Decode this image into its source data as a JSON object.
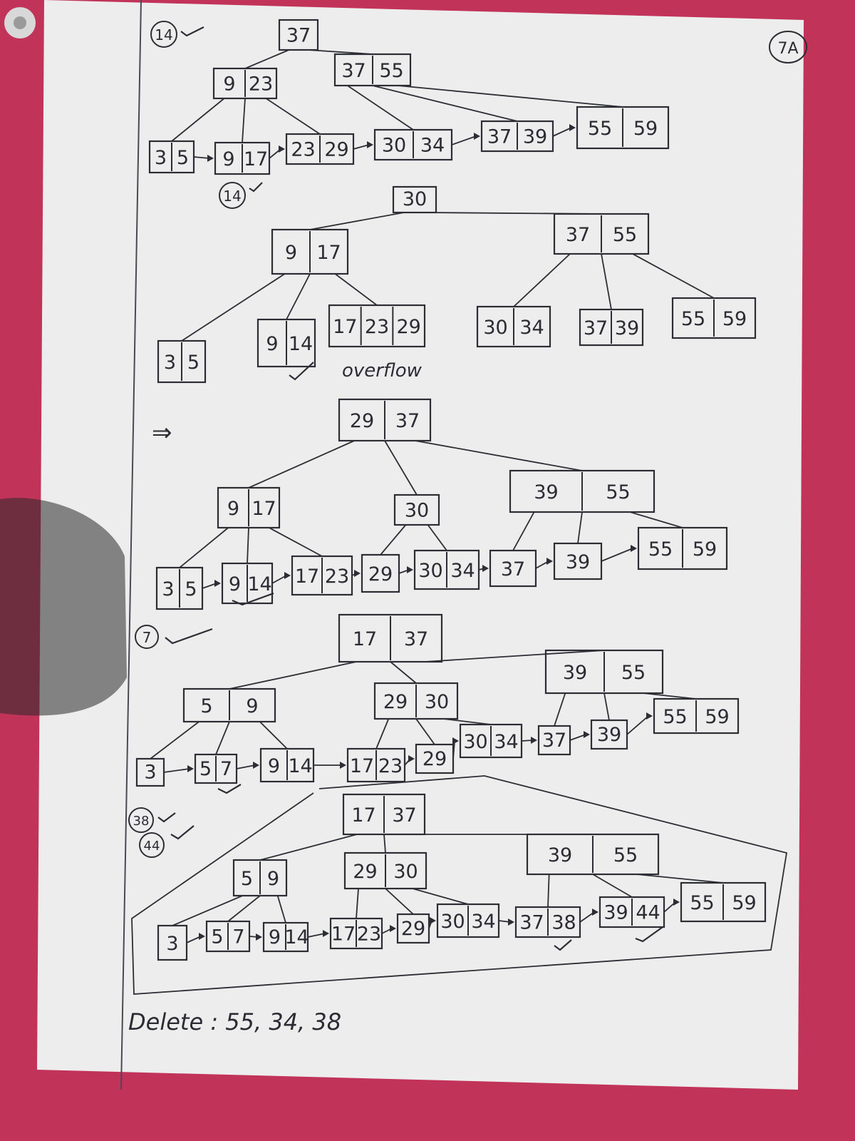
{
  "page_number": "7A",
  "insert_marks": [
    "14",
    "14",
    "7",
    "38",
    "44"
  ],
  "overflow_note": "overflow",
  "arrow_symbol": "⇒",
  "delete_note": "Delete : 55, 34, 38",
  "trees": [
    {
      "id": "tree-1",
      "nodes": [
        {
          "id": "t1r",
          "keys": [
            "37"
          ]
        },
        {
          "id": "t1a",
          "keys": [
            "9",
            "23"
          ]
        },
        {
          "id": "t1b",
          "keys": [
            "37",
            "55"
          ]
        },
        {
          "id": "t1l1",
          "keys": [
            "3",
            "5"
          ]
        },
        {
          "id": "t1l2",
          "keys": [
            "9",
            "17"
          ]
        },
        {
          "id": "t1l3",
          "keys": [
            "23",
            "29"
          ]
        },
        {
          "id": "t1l4",
          "keys": [
            "30",
            "34"
          ]
        },
        {
          "id": "t1l5",
          "keys": [
            "37",
            "39"
          ]
        },
        {
          "id": "t1l6",
          "keys": [
            "55",
            "59"
          ]
        }
      ]
    },
    {
      "id": "tree-2",
      "nodes": [
        {
          "id": "t2r",
          "keys": [
            "30"
          ]
        },
        {
          "id": "t2a",
          "keys": [
            "9",
            "17"
          ]
        },
        {
          "id": "t2b",
          "keys": [
            "37",
            "55"
          ]
        },
        {
          "id": "t2l1",
          "keys": [
            "3",
            "5"
          ]
        },
        {
          "id": "t2l2",
          "keys": [
            "9",
            "14"
          ]
        },
        {
          "id": "t2l3",
          "keys": [
            "17",
            "23",
            "29"
          ]
        },
        {
          "id": "t2l4",
          "keys": [
            "30",
            "34"
          ]
        },
        {
          "id": "t2l5",
          "keys": [
            "37",
            "39"
          ]
        },
        {
          "id": "t2l6",
          "keys": [
            "55",
            "59"
          ]
        }
      ]
    },
    {
      "id": "tree-3",
      "nodes": [
        {
          "id": "t3r",
          "keys": [
            "29",
            "37"
          ]
        },
        {
          "id": "t3a",
          "keys": [
            "9",
            "17"
          ]
        },
        {
          "id": "t3b",
          "keys": [
            "30"
          ]
        },
        {
          "id": "t3c",
          "keys": [
            "39",
            "55"
          ]
        },
        {
          "id": "t3l1",
          "keys": [
            "3",
            "5"
          ]
        },
        {
          "id": "t3l2",
          "keys": [
            "9",
            "14"
          ]
        },
        {
          "id": "t3l3",
          "keys": [
            "17",
            "23"
          ]
        },
        {
          "id": "t3l4",
          "keys": [
            "29"
          ]
        },
        {
          "id": "t3l5",
          "keys": [
            "30",
            "34"
          ]
        },
        {
          "id": "t3l6",
          "keys": [
            "37"
          ]
        },
        {
          "id": "t3l7",
          "keys": [
            "39"
          ]
        },
        {
          "id": "t3l8",
          "keys": [
            "55",
            "59"
          ]
        }
      ]
    },
    {
      "id": "tree-4",
      "nodes": [
        {
          "id": "t4r",
          "keys": [
            "17",
            "37"
          ]
        },
        {
          "id": "t4a",
          "keys": [
            "5",
            "9"
          ]
        },
        {
          "id": "t4b",
          "keys": [
            "29",
            "30"
          ]
        },
        {
          "id": "t4c",
          "keys": [
            "39",
            "55"
          ]
        },
        {
          "id": "t4l1",
          "keys": [
            "3"
          ]
        },
        {
          "id": "t4l2",
          "keys": [
            "5",
            "7"
          ]
        },
        {
          "id": "t4l3",
          "keys": [
            "9",
            "14"
          ]
        },
        {
          "id": "t4l4",
          "keys": [
            "17",
            "23"
          ]
        },
        {
          "id": "t4l5",
          "keys": [
            "29"
          ]
        },
        {
          "id": "t4l6",
          "keys": [
            "30",
            "34"
          ]
        },
        {
          "id": "t4l7",
          "keys": [
            "37"
          ]
        },
        {
          "id": "t4l8",
          "keys": [
            "39"
          ]
        },
        {
          "id": "t4l9",
          "keys": [
            "55",
            "59"
          ]
        }
      ]
    },
    {
      "id": "tree-5",
      "nodes": [
        {
          "id": "t5r",
          "keys": [
            "17",
            "37"
          ]
        },
        {
          "id": "t5a",
          "keys": [
            "5",
            "9"
          ]
        },
        {
          "id": "t5b",
          "keys": [
            "29",
            "30"
          ]
        },
        {
          "id": "t5c",
          "keys": [
            "39",
            "55"
          ]
        },
        {
          "id": "t5l1",
          "keys": [
            "3"
          ]
        },
        {
          "id": "t5l2",
          "keys": [
            "5",
            "7"
          ]
        },
        {
          "id": "t5l3",
          "keys": [
            "9",
            "14"
          ]
        },
        {
          "id": "t5l4",
          "keys": [
            "17",
            "23"
          ]
        },
        {
          "id": "t5l5",
          "keys": [
            "29"
          ]
        },
        {
          "id": "t5l6",
          "keys": [
            "30",
            "34"
          ]
        },
        {
          "id": "t5l7",
          "keys": [
            "37",
            "38"
          ]
        },
        {
          "id": "t5l8",
          "keys": [
            "39",
            "44"
          ]
        },
        {
          "id": "t5l9",
          "keys": [
            "55",
            "59"
          ]
        }
      ]
    }
  ]
}
